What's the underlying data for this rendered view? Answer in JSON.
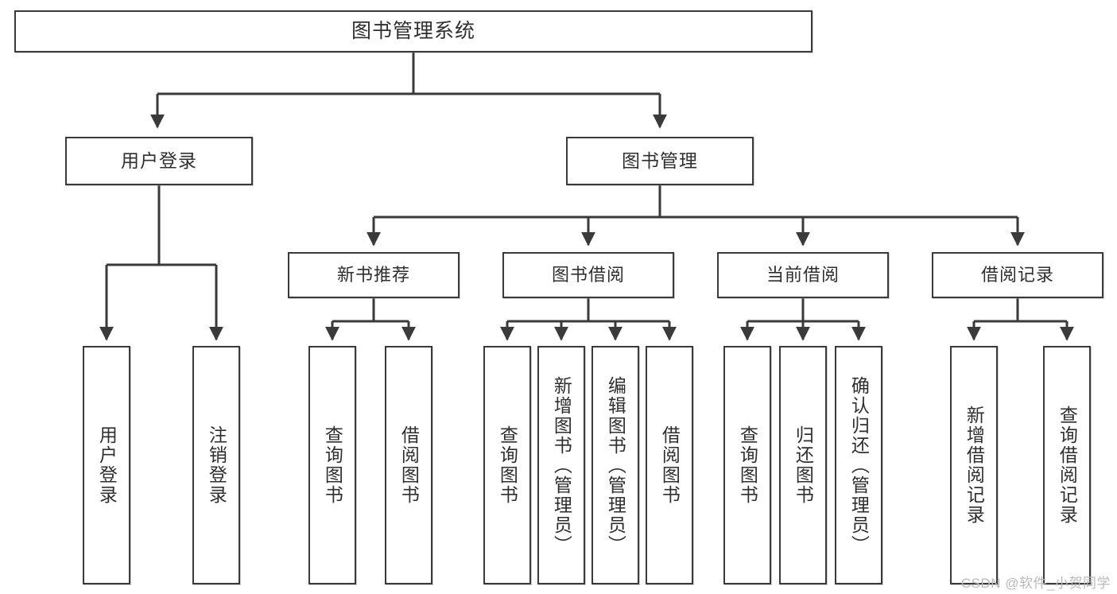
{
  "diagram": {
    "title": "图书管理系统",
    "type": "tree",
    "watermark": "CSDN @软件_小贺同学",
    "colors": {
      "background": "#ffffff",
      "box_border": "#3a3a3a",
      "box_fill": "#ffffff",
      "text": "#2f2f2f",
      "connector": "#3a3a3a",
      "watermark": "#b9b9b9"
    },
    "root": {
      "label": "图书管理系统"
    },
    "level1": [
      {
        "label": "用户登录"
      },
      {
        "label": "图书管理"
      }
    ],
    "level2": [
      {
        "label": "新书推荐"
      },
      {
        "label": "图书借阅"
      },
      {
        "label": "当前借阅"
      },
      {
        "label": "借阅记录"
      }
    ],
    "leaves": {
      "user_login": [
        {
          "label": "用户登录"
        },
        {
          "label": "注销登录"
        }
      ],
      "new_book_recommend": [
        {
          "label": "查询图书"
        },
        {
          "label": "借阅图书"
        }
      ],
      "book_borrow": [
        {
          "label": "查询图书"
        },
        {
          "label": "新增图书（管理员）"
        },
        {
          "label": "编辑图书（管理员）"
        },
        {
          "label": "借阅图书"
        }
      ],
      "current_borrow": [
        {
          "label": "查询图书"
        },
        {
          "label": "归还图书"
        },
        {
          "label": "确认归还（管理员）"
        }
      ],
      "borrow_record": [
        {
          "label": "新增借阅记录"
        },
        {
          "label": "查询借阅记录"
        }
      ]
    }
  }
}
